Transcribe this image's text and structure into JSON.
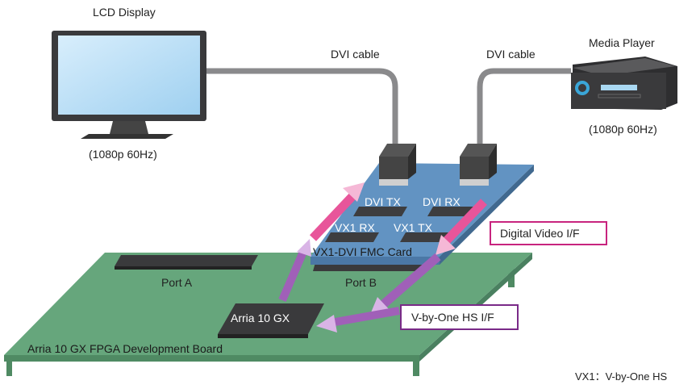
{
  "labels": {
    "lcd_display": "LCD Display",
    "lcd_resolution": "(1080p 60Hz)",
    "media_player": "Media Player",
    "media_resolution": "(1080p 60Hz)",
    "dvi_cable_left": "DVI cable",
    "dvi_cable_right": "DVI cable",
    "dvi_tx": "DVI TX",
    "dvi_rx": "DVI RX",
    "vx1_rx": "VX1 RX",
    "vx1_tx": "VX1 TX",
    "fmc_card": "VX1-DVI FMC Card",
    "port_a": "Port A",
    "port_b": "Port B",
    "fpga_chip": "Arria 10 GX",
    "dev_board": "Arria 10 GX FPGA Development Board",
    "digital_video_if": "Digital Video I/F",
    "vbyone_if": "V-by-One HS I/F",
    "footnote": "VX1：V-by-One HS"
  },
  "colors": {
    "board": "#5f9e77",
    "card": "#5f8fbf",
    "pink_arrow": "#e8559a",
    "purple_arrow": "#a060b8",
    "digital_box_border": "#c8247e",
    "vbyone_box_border": "#7a2a88"
  }
}
